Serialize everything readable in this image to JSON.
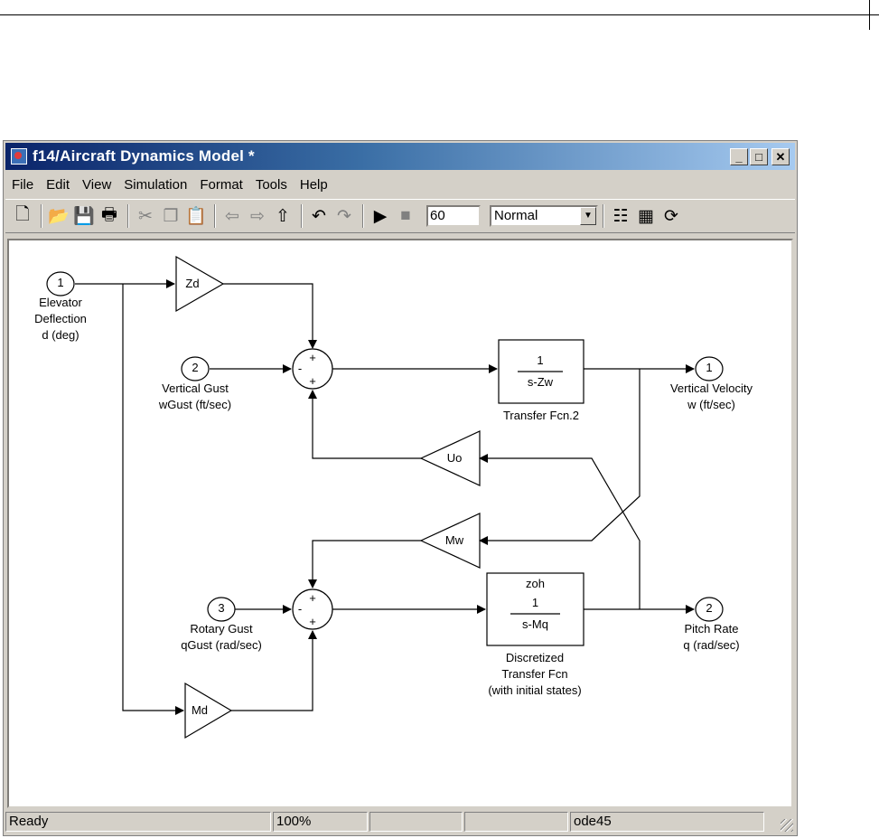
{
  "window": {
    "title": "f14/Aircraft Dynamics Model *",
    "minimize_glyph": "_",
    "maximize_glyph": "□",
    "close_glyph": "✕"
  },
  "menu": [
    "File",
    "Edit",
    "View",
    "Simulation",
    "Format",
    "Tools",
    "Help"
  ],
  "toolbar": {
    "icons": [
      "new-icon",
      "open-icon",
      "save-icon",
      "print-icon",
      "cut-icon",
      "copy-icon",
      "paste-icon",
      "back-icon",
      "forward-icon",
      "up-icon",
      "undo-icon",
      "redo-icon",
      "start-icon",
      "stop-icon",
      "library-browser-icon",
      "model-browser-icon",
      "refresh-icon"
    ],
    "stop_time": "60",
    "sim_mode": "Normal"
  },
  "diagram": {
    "inports": [
      {
        "num": "1",
        "label": [
          "Elevator",
          "Deflection",
          "d (deg)"
        ]
      },
      {
        "num": "2",
        "label": [
          "Vertical Gust",
          "wGust (ft/sec)"
        ]
      },
      {
        "num": "3",
        "label": [
          "Rotary Gust",
          "qGust (rad/sec)"
        ]
      }
    ],
    "outports": [
      {
        "num": "1",
        "label": [
          "Vertical Velocity",
          "w (ft/sec)"
        ]
      },
      {
        "num": "2",
        "label": [
          "Pitch Rate",
          "q (rad/sec)"
        ]
      }
    ],
    "gains": {
      "zd": "Zd",
      "uo": "Uo",
      "mw": "Mw",
      "md": "Md"
    },
    "tf2": {
      "num": "1",
      "den": "s-Zw",
      "label": "Transfer Fcn.2"
    },
    "dtf": {
      "zoh": "zoh",
      "num": "1",
      "den": "s-Mq",
      "label": [
        "Discretized",
        "Transfer Fcn",
        "(with initial states)"
      ]
    },
    "sum_signs": {
      "plus": "+",
      "minus": "-"
    }
  },
  "status": {
    "state": "Ready",
    "zoom": "100%",
    "blank1": "",
    "blank2": "",
    "solver": "ode45"
  },
  "colors": {
    "title_start": "#0a246a",
    "title_end": "#a6caf0",
    "chrome": "#d4d0c8"
  }
}
